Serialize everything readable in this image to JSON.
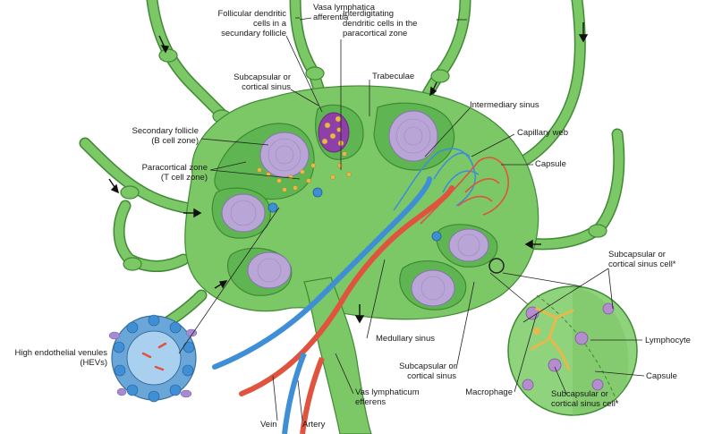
{
  "labels": {
    "vasa_lymphatica_afferentia": "Vasa lymphatica\nafferentia",
    "follicular_dendritic": "Follicular dendritic\ncells in a\nsecundary follicle",
    "interdigitating": "Interdigitating\ndendritic cells in the\nparacortical zone",
    "subcapsular_top": "Subcapsular or\ncortical sinus",
    "trabeculae": "Trabeculae",
    "intermediary_sinus": "Intermediary sinus",
    "secondary_follicle": "Secondary follicle\n(B cell zone)",
    "capillary_web": "Capillary web",
    "capsule": "Capsule",
    "paracortical_zone": "Paracortical zone\n(T cell zone)",
    "subcapsular_cell_top": "Subcapsular or\ncortical sinus cell*",
    "lymphocyte": "Lymphocyte",
    "hev": "High endothelial venules\n(HEVs)",
    "medullary_sinus": "Medullary sinus",
    "subcapsular_mid": "Subcapsular or\ncortical sinus",
    "capsule_inset": "Capsule",
    "macrophage": "Macrophage",
    "vas_efferens": "Vas lymphaticum\nefferens",
    "subcapsular_cell_bottom": "Subcapsular or\ncortical sinus cell*",
    "vein": "Vein",
    "artery": "Artery"
  },
  "colors": {
    "tissue_green": "#7cc766",
    "dark_green": "#3f8a34",
    "follicle_purple": "#b9a6d6",
    "vein_blue": "#3f8fd6",
    "artery_red": "#e0533f",
    "dendritic_gold": "#e8b84a"
  }
}
